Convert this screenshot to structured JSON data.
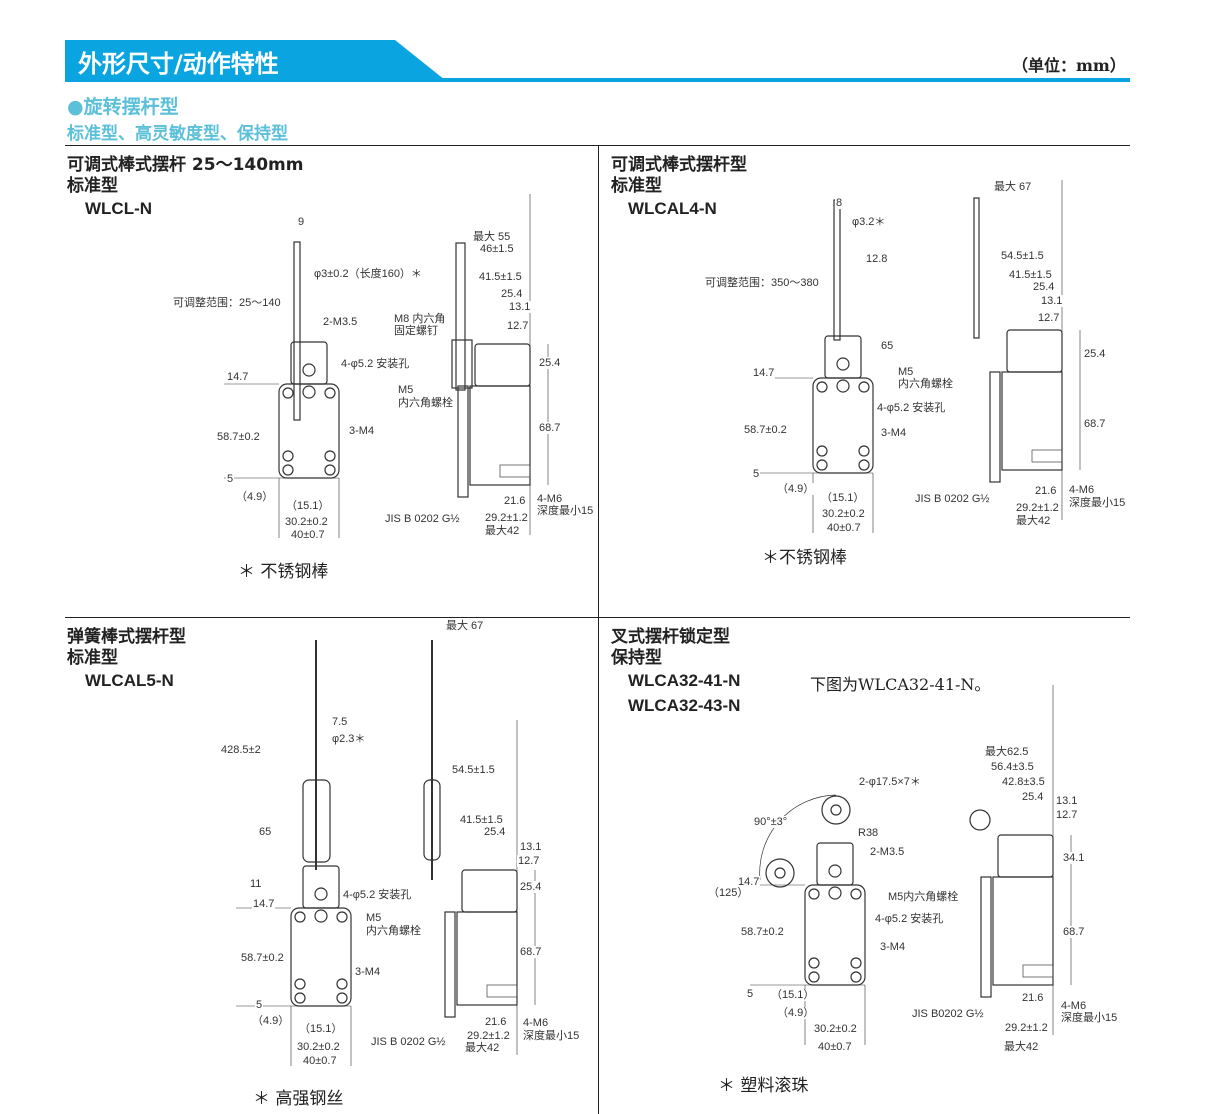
{
  "header": {
    "title": "外形尺寸/动作特性",
    "unit": "（单位：mm）",
    "accent": "#0aa5e0"
  },
  "section": {
    "title": "●旋转摆杆型",
    "subtitle": "标准型、高灵敏度型、保持型",
    "color": "#5bc0d8"
  },
  "panels": [
    {
      "title1": "可调式棒式摆杆 25～140mm",
      "title2": "标准型",
      "models": [
        "WLCL-N"
      ],
      "note": "＊ 不锈钢棒",
      "dims": [
        "9",
        "φ3±0.2（长度160）＊",
        "可调整范围：25～140",
        "2-M3.5",
        "4-φ5.2 安装孔",
        "14.7",
        "58.7±0.2",
        "3-M4",
        "5",
        "（4.9）",
        "（15.1）",
        "30.2±0.2",
        "40±0.7",
        "最大 55",
        "46±1.5",
        "41.5±1.5",
        "25.4",
        "13.1",
        "12.7",
        "M8 内六角",
        "固定螺钉",
        "25.4",
        "M5",
        "内六角螺栓",
        "68.7",
        "21.6",
        "4-M6",
        "深度最小15",
        "JIS B 0202 G½",
        "29.2±1.2",
        "最大42"
      ]
    },
    {
      "title1": "可调式棒式摆杆型",
      "title2": "标准型",
      "models": [
        "WLCAL4-N"
      ],
      "note": "＊不锈钢棒",
      "dims": [
        "8",
        "φ3.2＊",
        "12.8",
        "可调整范围：350～380",
        "65",
        "14.7",
        "M5",
        "内六角螺栓",
        "4-φ5.2 安装孔",
        "58.7±0.2",
        "3-M4",
        "5",
        "（4.9）",
        "（15.1）",
        "30.2±0.2",
        "40±0.7",
        "最大 67",
        "54.5±1.5",
        "41.5±1.5",
        "25.4",
        "13.1",
        "12.7",
        "25.4",
        "68.7",
        "21.6",
        "4-M6",
        "深度最小15",
        "JIS B 0202 G½",
        "29.2±1.2",
        "最大42"
      ]
    },
    {
      "title1": "弹簧棒式摆杆型",
      "title2": "标准型",
      "models": [
        "WLCAL5-N"
      ],
      "note": "＊ 高强钢丝",
      "dims": [
        "7.5",
        "φ2.3＊",
        "428.5±2",
        "65",
        "11",
        "4-φ5.2 安装孔",
        "14.7",
        "M5",
        "内六角螺栓",
        "58.7±0.2",
        "3-M4",
        "5",
        "（4.9）",
        "（15.1）",
        "30.2±0.2",
        "40±0.7",
        "最大 67",
        "54.5±1.5",
        "41.5±1.5",
        "25.4",
        "13.1",
        "12.7",
        "25.4",
        "68.7",
        "21.6",
        "4-M6",
        "深度最小15",
        "JIS B 0202 G½",
        "29.2±1.2",
        "最大42"
      ]
    },
    {
      "title1": "叉式摆杆锁定型",
      "title2": "保持型",
      "models": [
        "WLCA32-41-N",
        "WLCA32-43-N"
      ],
      "caption": "下图为WLCA32-41-N。",
      "note": "＊ 塑料滚珠",
      "dims": [
        "2-φ17.5×7＊",
        "90°±3°",
        "R38",
        "2-M3.5",
        "14.7",
        "（125）",
        "M5内六角螺栓",
        "4-φ5.2 安装孔",
        "58.7±0.2",
        "3-M4",
        "5",
        "（15.1）",
        "（4.9）",
        "30.2±0.2",
        "40±0.7",
        "最大62.5",
        "56.4±3.5",
        "42.8±3.5",
        "25.4",
        "13.1",
        "12.7",
        "34.1",
        "68.7",
        "21.6",
        "4-M6",
        "深度最小15",
        "JIS B0202 G½",
        "29.2±1.2",
        "最大42"
      ]
    }
  ]
}
